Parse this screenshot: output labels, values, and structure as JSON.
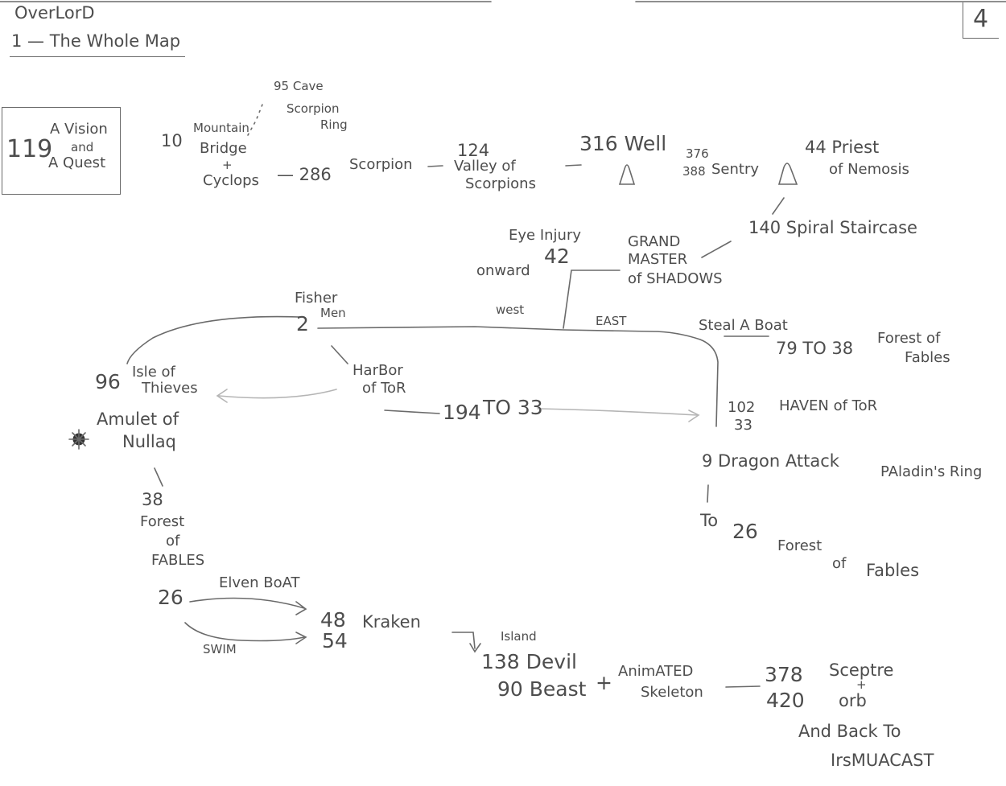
{
  "header": {
    "title": "OverLorD",
    "subtitle": "1 — The Whole Map",
    "page_number": "4"
  },
  "nodes": {
    "n119": {
      "num": "119",
      "l1": "A Vision",
      "l2": "and",
      "l3": "A Quest"
    },
    "n95": {
      "l1": "95 Cave",
      "l2": "Scorpion",
      "l3": "Ring"
    },
    "n10": {
      "num": "10",
      "l1": "Mountain",
      "l2": "Bridge",
      "l3": "+",
      "l4": "Cyclops"
    },
    "n286": "— 286",
    "scorpion": "Scorpion",
    "n124": {
      "num": "124",
      "l1": "Valley of",
      "l2": "Scorpions"
    },
    "n316": "316 Well",
    "n376": {
      "a": "376",
      "b": "388",
      "label": "Sentry"
    },
    "n44": {
      "l1": "44 Priest",
      "l2": "of Nemosis"
    },
    "n140": "140 Spiral Staircase",
    "gm": {
      "l1": "GRAND",
      "l2": "MASTER",
      "l3": "of SHADOWS"
    },
    "eye": {
      "l1": "Eye Injury",
      "l2": "42"
    },
    "onward": "onward",
    "west": "west",
    "east": "EAST",
    "fisher": {
      "l1": "Fisher",
      "l2": "Men",
      "num": "2"
    },
    "isle": {
      "num": "96",
      "l1": "Isle of",
      "l2": "Thieves"
    },
    "amulet": {
      "l1": "Amulet of",
      "l2": "Nullaq"
    },
    "harbor": {
      "l1": "HarBor",
      "l2": "of ToR"
    },
    "n194": "194",
    "to33": "TO 33",
    "steal": "Steal A Boat",
    "n79": "79 TO 38",
    "fof1": {
      "l1": "Forest of",
      "l2": "Fables"
    },
    "n102": {
      "a": "102",
      "b": "33"
    },
    "haven": "HAVEN of ToR",
    "n9": "9 Dragon Attack",
    "paladin": "PAladin's Ring",
    "to26": {
      "to": "To",
      "num": "26"
    },
    "fof2": {
      "w1": "Forest",
      "w2": "of",
      "w3": "Fables"
    },
    "n38": {
      "num": "38",
      "l1": "Forest",
      "l2": "of",
      "l3": "FABLES"
    },
    "n26": "26",
    "elven": "Elven BoAT",
    "swim": "SWIM",
    "n48": {
      "a": "48",
      "b": "54",
      "label": "Kraken"
    },
    "island": "Island",
    "devil": {
      "a": "138 Devil",
      "b": "90 Beast"
    },
    "plus": "+",
    "skeleton": {
      "l1": "AnimATED",
      "l2": "Skeleton"
    },
    "n378": {
      "a": "378",
      "b": "420"
    },
    "sceptre": {
      "l1": "Sceptre",
      "l2": "+",
      "l3": "orb"
    },
    "andback": "And Back To",
    "irsmuacast": "IrsMUACAST"
  }
}
